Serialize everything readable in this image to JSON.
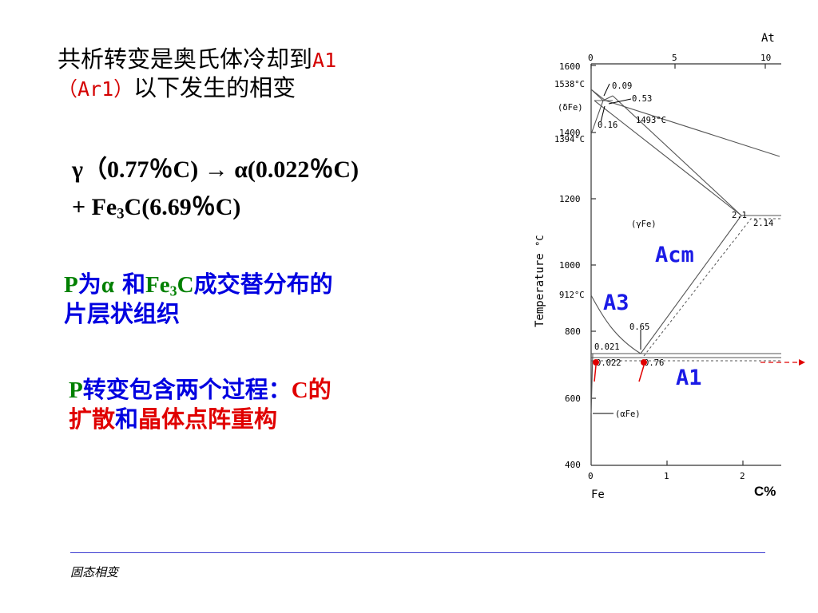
{
  "title": {
    "line1": "共析转变是奥氏体冷却到",
    "line1_en": "A1",
    "line2_en": "（Ar1）",
    "line2": "以下发生的相变"
  },
  "reaction": {
    "line1": "γ（0.77％C) → α(0.022％C)",
    "line2_pre": "+ Fe",
    "line2_sub": "3",
    "line2_post": "C(6.69％C)"
  },
  "pearlite_desc": {
    "p": "P",
    "wei": "为",
    "alpha": "α",
    "he": "和",
    "fe": "Fe",
    "sub": "3",
    "c": "C",
    "rest1": "成交替分布的",
    "line2": "片层状组织"
  },
  "pearlite_transform": {
    "p": "P",
    "text1": "转变包含两个过程：",
    "c": "C",
    "de": "的",
    "kuosan": "扩散",
    "he": "和",
    "rest": "晶体点阵重构"
  },
  "footer": {
    "text": "固态相变"
  },
  "diagram": {
    "top_axis_label": "At",
    "top_ticks": [
      "0",
      "5",
      "10"
    ],
    "y_axis_label": "Temperature ",
    "y_unit": "°C",
    "y_ticks": [
      "1600",
      "1400",
      "1200",
      "1000",
      "800",
      "600",
      "400"
    ],
    "x_ticks": [
      "0",
      "1",
      "2"
    ],
    "x_label_left": "Fe",
    "x_label_right": "C%",
    "annotations": {
      "t1538": "1538°C",
      "t1394": "1394°C",
      "t1493": "1493°C",
      "t912": "912°C",
      "dfe": "(δFe)",
      "gfe": "(γFe)",
      "afe": "(αFe)",
      "c009": "0.09",
      "c053": "0.53",
      "c016": "0.16",
      "c21": "2.1",
      "c214": "2.14",
      "c065": "0.65",
      "c0021": "0.021",
      "c0022": "0.022",
      "c076": "0.76"
    },
    "line_labels": {
      "acm": "Acm",
      "a3": "A3",
      "a1": "A1"
    },
    "colors": {
      "line_label": "#1a1ae6",
      "arrow": "#e00000",
      "axes": "#333333"
    }
  }
}
